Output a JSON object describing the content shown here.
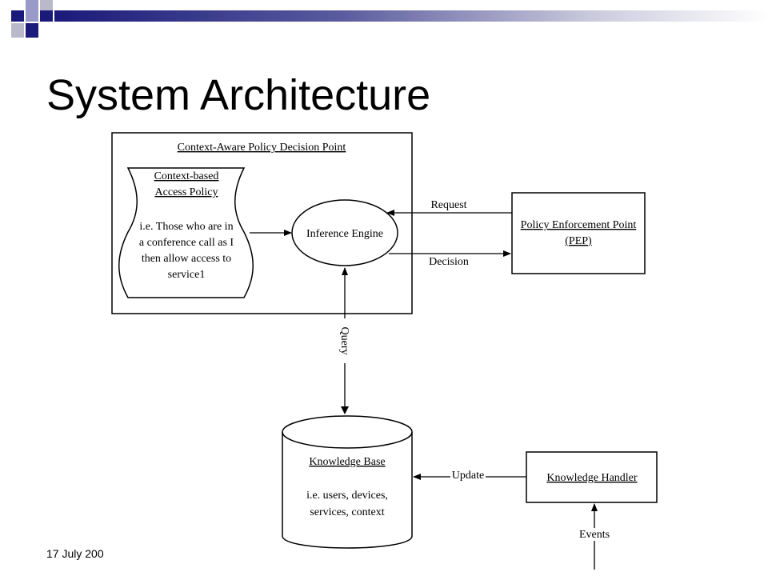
{
  "slide": {
    "title": "System Architecture",
    "footer_date": "17 July 200",
    "colors": {
      "dark_blue": "#1a1a7a",
      "light_blue": "#9a9ac8",
      "gray": "#b9b9c9"
    }
  },
  "diagram": {
    "pdp_title": "Context-Aware Policy Decision Point",
    "policy_title_line1": "Context-based",
    "policy_title_line2": "Access Policy",
    "policy_body": [
      "i.e. Those who are in",
      "a conference call as I",
      "then allow access to",
      "service1"
    ],
    "inference_engine": "Inference Engine",
    "pep_line1": "Policy Enforcement Point",
    "pep_line2": "(PEP)",
    "request_label": "Request",
    "decision_label": "Decision",
    "query_label": "Query",
    "kb_title": "Knowledge Base",
    "kb_body": [
      "i.e. users, devices,",
      "services, context"
    ],
    "update_label": "Update",
    "handler_title": "Knowledge Handler",
    "events_label": "Events"
  }
}
